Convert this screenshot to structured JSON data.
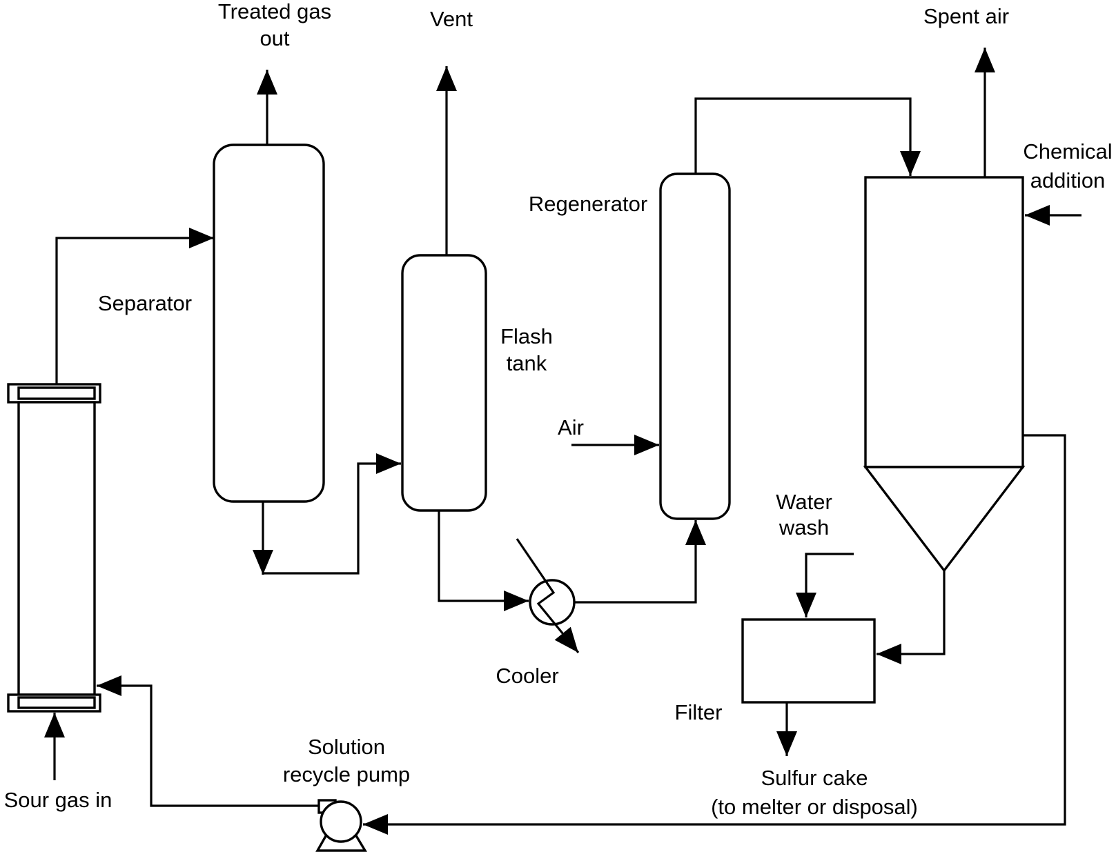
{
  "background": "#ffffff",
  "line_color": "#000000",
  "labels": {
    "treated_gas_out": {
      "line1": "Treated gas",
      "line2": "out"
    },
    "vent": "Vent",
    "spent_air": "Spent air",
    "separator": "Separator",
    "flash_tank": {
      "line1": "Flash",
      "line2": "tank"
    },
    "regenerator": "Regenerator",
    "air": "Air",
    "chemical_addition": {
      "line1": "Chemical",
      "line2": "addition"
    },
    "water_wash": {
      "line1": "Water",
      "line2": "wash"
    },
    "filter": "Filter",
    "cooler": "Cooler",
    "sulfur_cake": {
      "line1": "Sulfur cake",
      "line2": "(to melter or disposal)"
    },
    "solution_recycle_pump": {
      "line1": "Solution",
      "line2": "recycle pump"
    },
    "sour_gas_in": "Sour gas in"
  },
  "equipment": [
    "Separator",
    "Flash tank",
    "Regenerator",
    "Cooler",
    "Filter",
    "Solution recycle pump"
  ],
  "streams": [
    "Sour gas in",
    "Treated gas out",
    "Vent",
    "Air",
    "Spent air",
    "Chemical addition",
    "Water wash",
    "Sulfur cake (to melter or disposal)"
  ]
}
